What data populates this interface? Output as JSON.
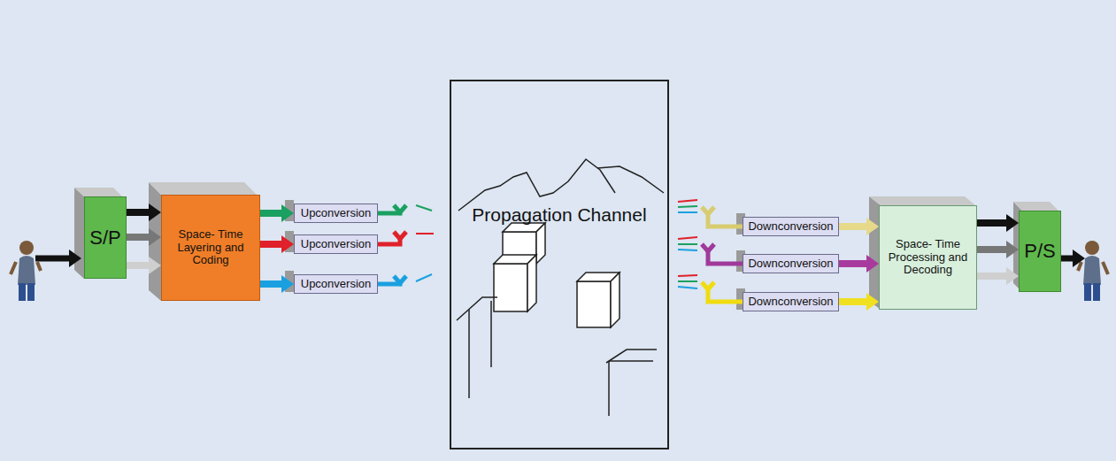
{
  "diagram": {
    "nodes": [
      {
        "text": [
          "S/P"
        ]
      },
      {
        "text": [
          "Space- Time Layering and Coding"
        ]
      },
      {
        "text": [
          "Upconversion"
        ]
      },
      {
        "text": [
          "Upconversion"
        ]
      },
      {
        "text": [
          "Upconversion"
        ]
      },
      {
        "text": [
          "Propagation Channel"
        ]
      },
      {
        "text": [
          "Downconversion"
        ]
      },
      {
        "text": [
          "Downconversion"
        ]
      },
      {
        "text": [
          "Downconversion"
        ]
      },
      {
        "text": [
          "Space- Time Processing and Decoding"
        ]
      },
      {
        "text": [
          "P/S"
        ]
      }
    ],
    "edges": [
      {
        "from": 0,
        "to": 1,
        "arrow": "to"
      },
      {
        "from": 0,
        "to": 1,
        "arrow": "to"
      },
      {
        "from": 0,
        "to": 1,
        "arrow": "to"
      },
      {
        "from": 1,
        "to": 2,
        "arrow": "to"
      },
      {
        "from": 1,
        "to": 3,
        "arrow": "to"
      },
      {
        "from": 1,
        "to": 4,
        "arrow": "to"
      },
      {
        "from": 6,
        "to": 9,
        "arrow": "to"
      },
      {
        "from": 7,
        "to": 9,
        "arrow": "to"
      },
      {
        "from": 8,
        "to": 9,
        "arrow": "to"
      },
      {
        "from": 9,
        "to": 10,
        "arrow": "to"
      },
      {
        "from": 9,
        "to": 10,
        "arrow": "to"
      },
      {
        "from": 9,
        "to": 10,
        "arrow": "to"
      }
    ]
  }
}
